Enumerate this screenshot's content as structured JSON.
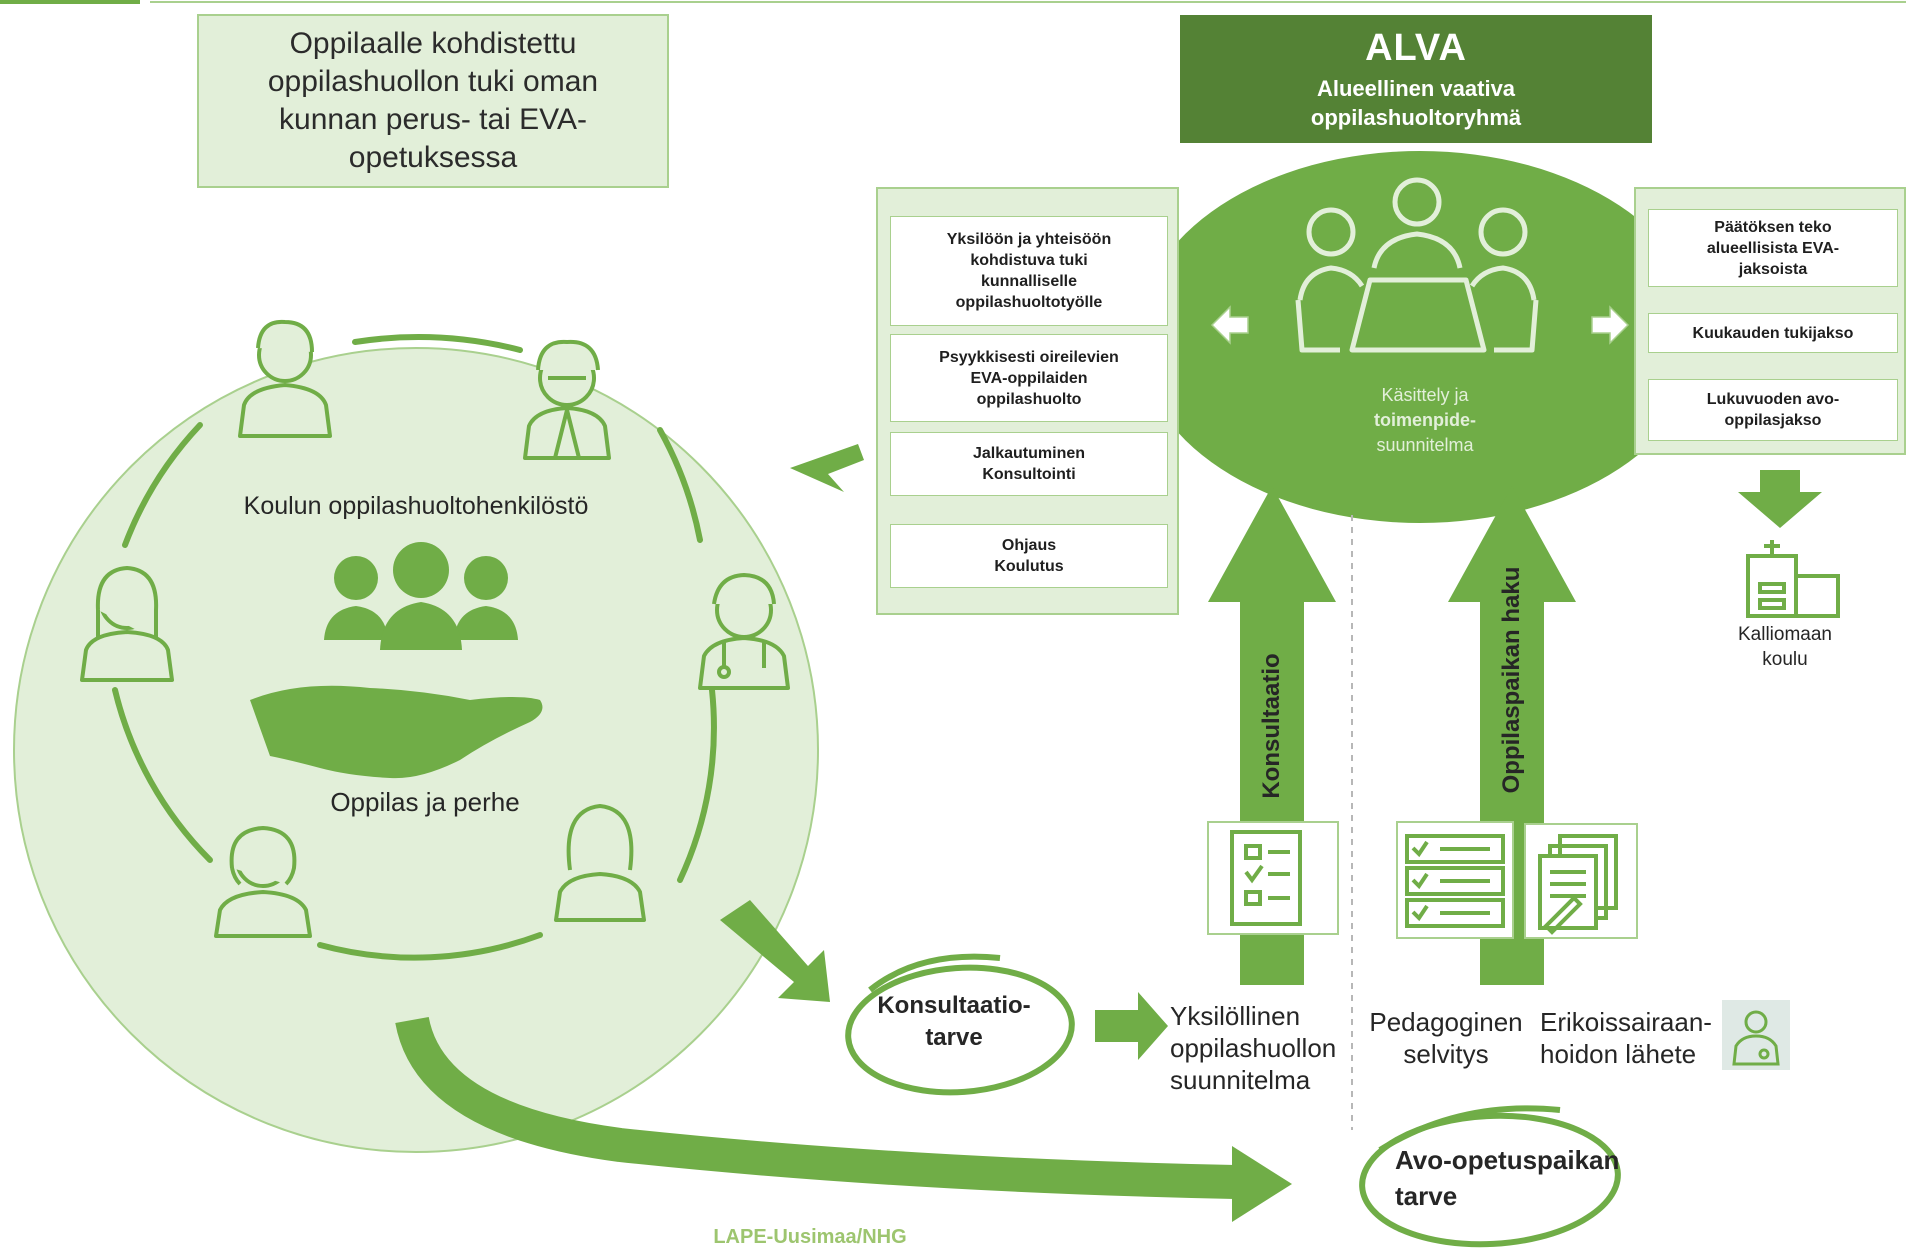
{
  "top_box": {
    "line1": "Oppilaalle kohdistettu",
    "line2": "oppilashuollon tuki oman",
    "line3": "kunnan perus- tai EVA-",
    "line4": "opetuksessa"
  },
  "alva": {
    "title": "ALVA",
    "subtitle_line1": "Alueellinen vaativa",
    "subtitle_line2": "oppilashuoltoryhmä"
  },
  "processing": {
    "line1": "Käsittely ja",
    "line2": "toimenpide-",
    "line3": "suunnitelma"
  },
  "left_panel": [
    {
      "line1": "Yksilöön ja yhteisöön",
      "line2": "kohdistuva tuki",
      "line3": "kunnalliselle",
      "line4": "oppilashuoltotyölle"
    },
    {
      "line1": "Psyykkisesti oireilevien",
      "line2": "EVA-oppilaiden",
      "line3": "oppilashuolto"
    },
    {
      "line1": "Jalkautuminen",
      "line2": "Konsultointi"
    },
    {
      "line1": "Ohjaus",
      "line2": "Koulutus"
    }
  ],
  "right_panel": [
    {
      "line1": "Päätöksen teko",
      "line2": "alueellisista EVA-",
      "line3": "jaksoista"
    },
    {
      "line1": "Kuukauden tukijakso"
    },
    {
      "line1": "Lukuvuoden avo-",
      "line2": "oppilasjakso"
    }
  ],
  "school": {
    "line1": "Kalliomaan",
    "line2": "koulu"
  },
  "circle": {
    "staff_label": "Koulun oppilashuoltohenkilöstö",
    "family_label": "Oppilas ja perhe"
  },
  "vertical_labels": {
    "consultation": "Konsultaatio",
    "application": "Oppilaspaikan haku"
  },
  "consultation_need": {
    "line1": "Konsultaatio-",
    "line2": "tarve"
  },
  "plan": {
    "line1": "Yksilöllinen",
    "line2": "oppilashuollon",
    "line3": "suunnitelma"
  },
  "pedagogical": {
    "line1": "Pedagoginen",
    "line2": "selvitys"
  },
  "referral": {
    "line1": "Erikoissairaan-",
    "line2": "hoidon lähete"
  },
  "outpatient_need": {
    "line1": "Avo-opetuspaikan",
    "line2": "tarve"
  },
  "credit": "LAPE-Uusimaa/NHG",
  "colors": {
    "dark_green": "#548235",
    "green": "#70ad47",
    "light_green": "#e2efd9",
    "border_green": "#a9d08e"
  }
}
